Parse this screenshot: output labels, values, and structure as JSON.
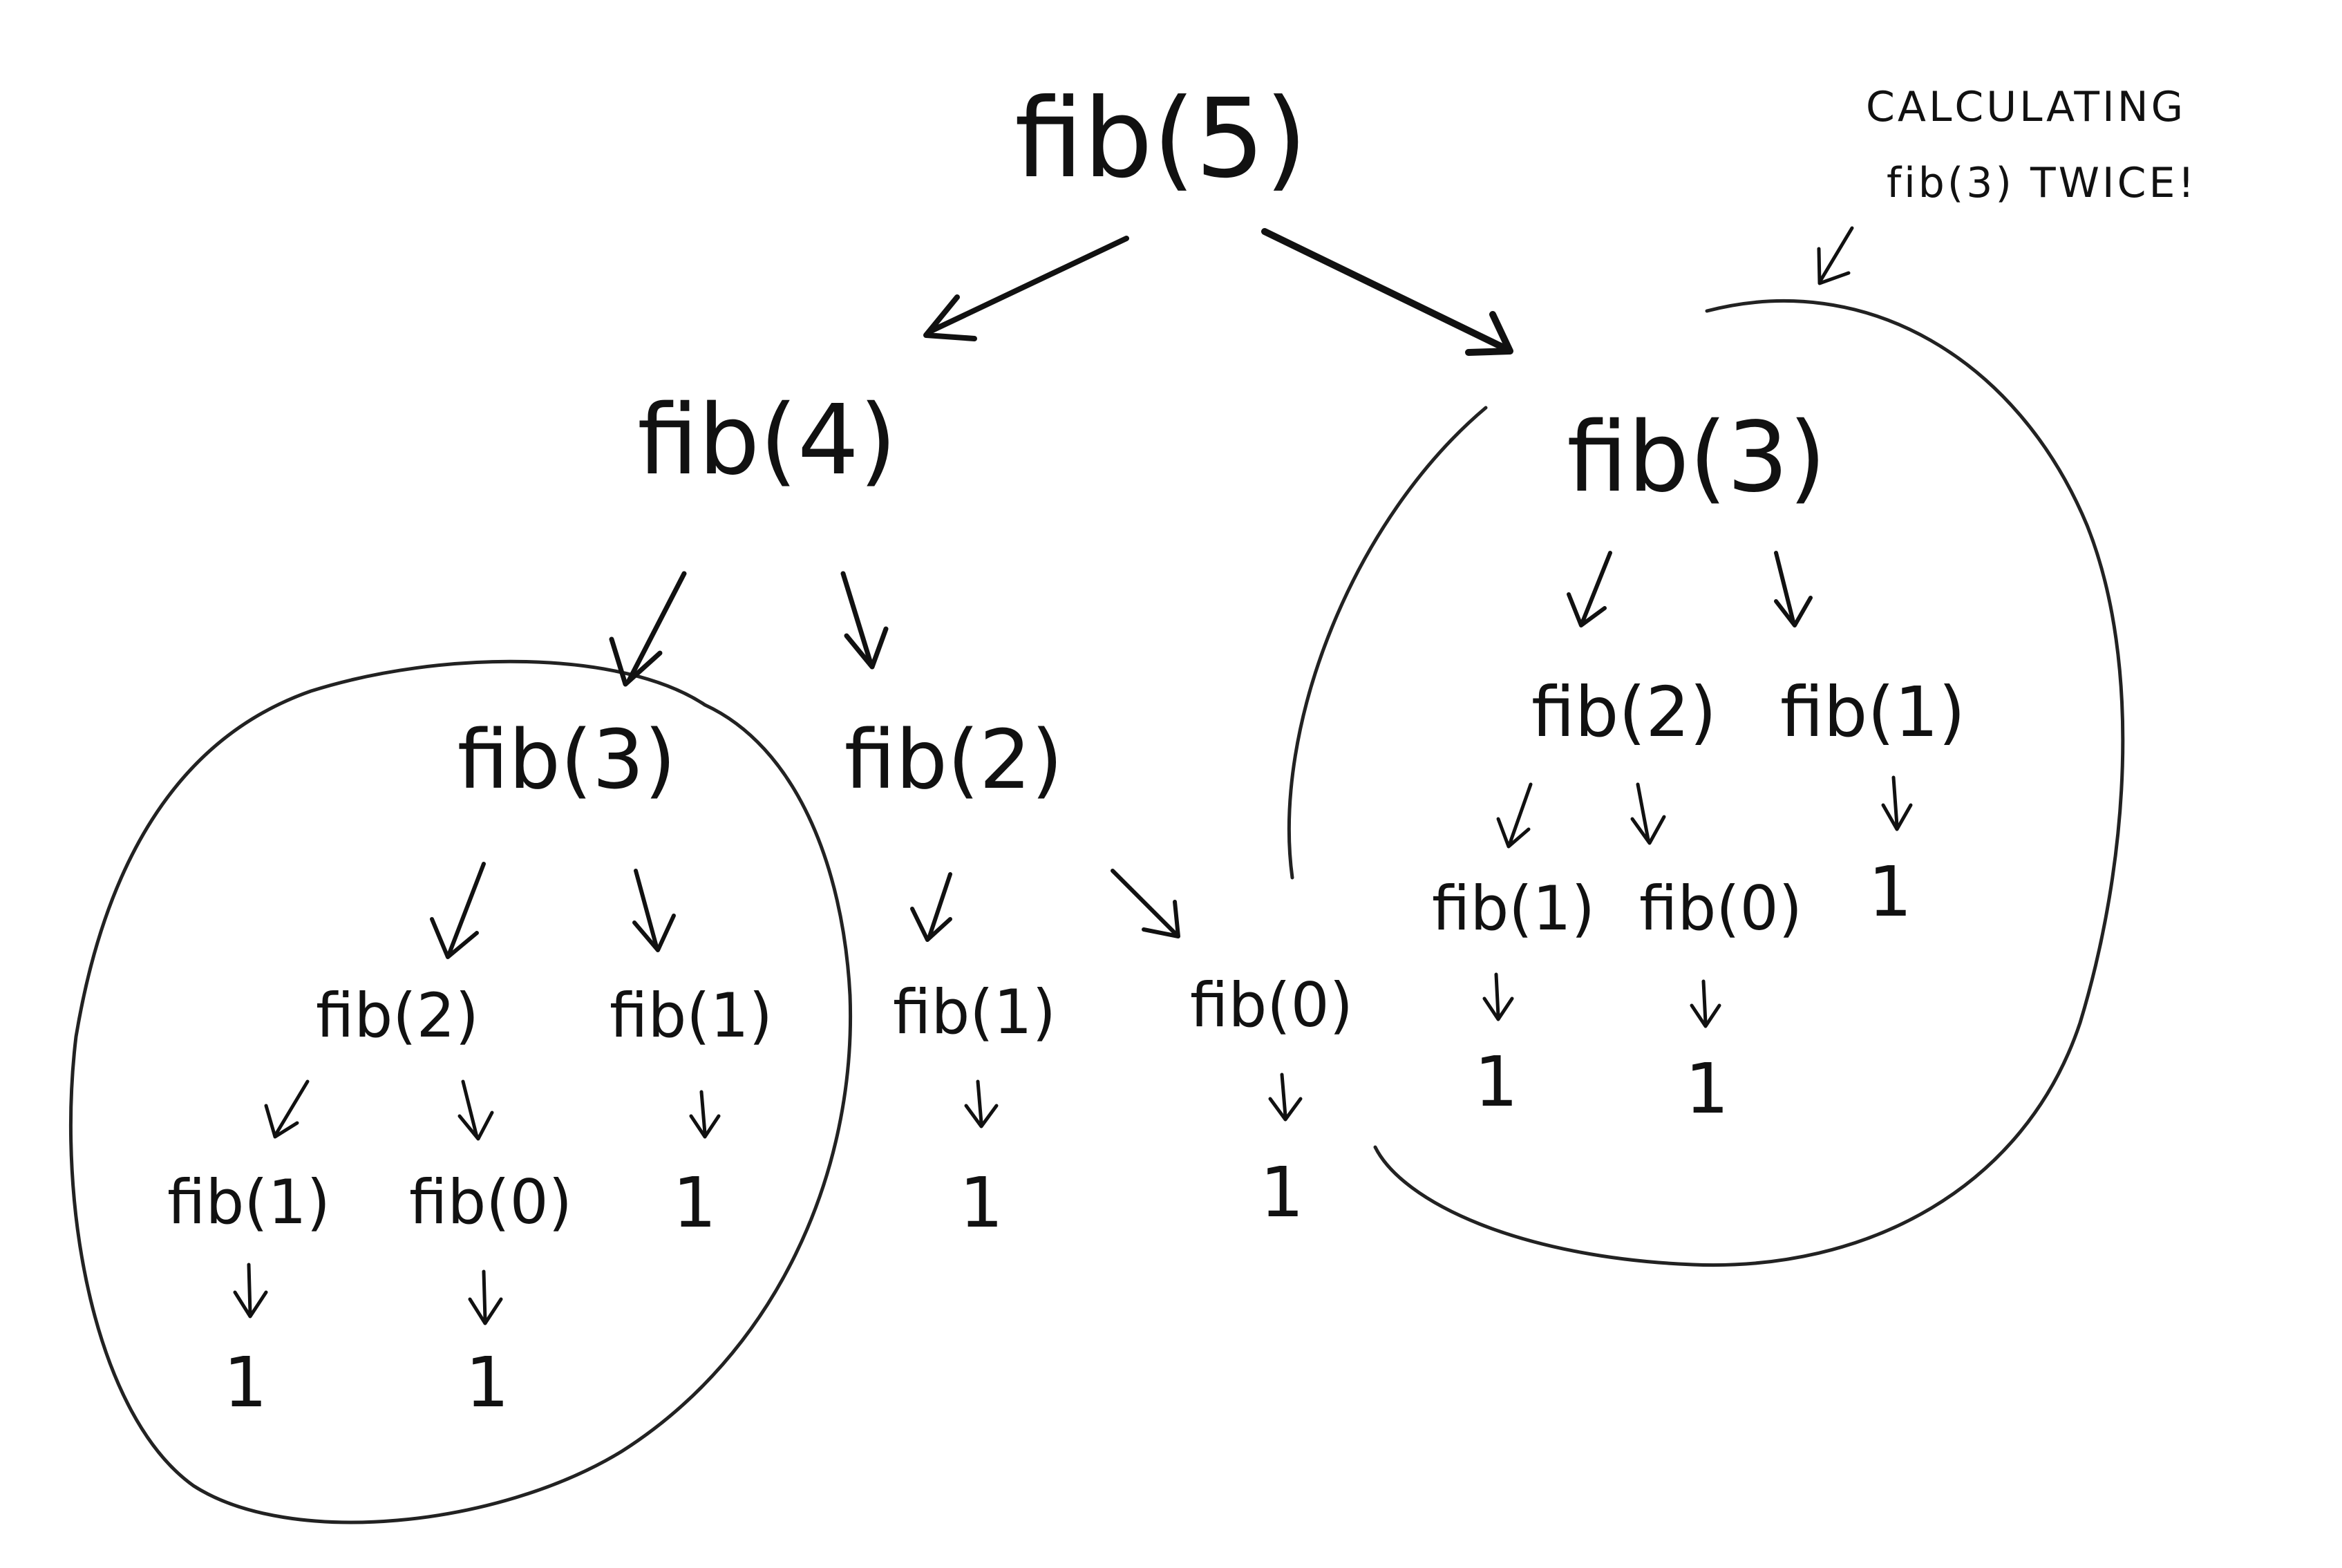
{
  "note": {
    "line1": "CALCULATING",
    "line2": "fib(3) TWICE!"
  },
  "nodes": {
    "root": "fib(5)",
    "l": "fib(4)",
    "r": "fib(3)",
    "ll": "fib(3)",
    "lr": "fib(2)",
    "lll": "fib(2)",
    "llr": "fib(1)",
    "llll": "fib(1)",
    "lllr": "fib(0)",
    "lrl": "fib(1)",
    "lrr": "fib(0)",
    "rl": "fib(2)",
    "rr": "fib(1)",
    "rll": "fib(1)",
    "rlr": "fib(0)"
  },
  "values": {
    "llll": "1",
    "lllr": "1",
    "llr": "1",
    "lrl": "1",
    "lrr": "1",
    "rll": "1",
    "rlr": "1",
    "rr": "1"
  }
}
